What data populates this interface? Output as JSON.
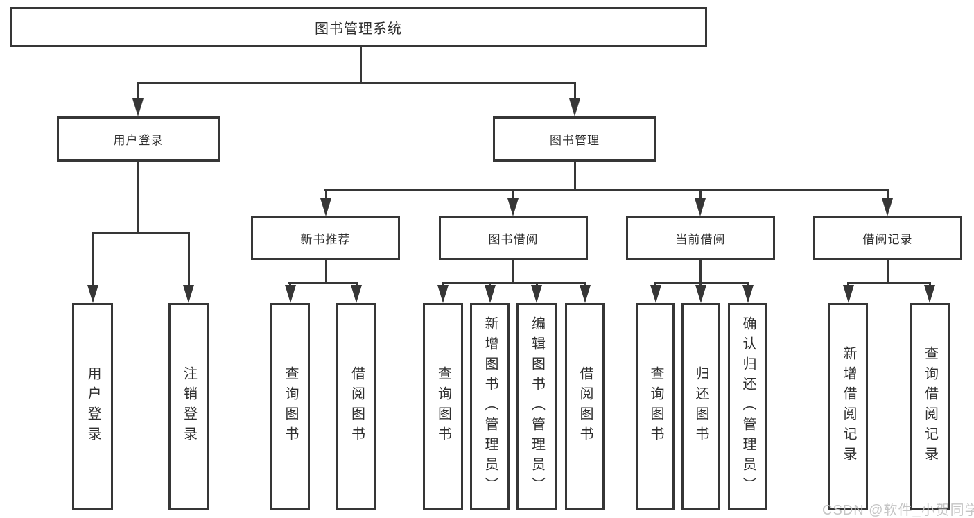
{
  "diagram": {
    "root": {
      "label": "图书管理系统"
    },
    "branches": [
      {
        "label": "用户登录",
        "children": [
          {
            "label": "用户登录"
          },
          {
            "label": "注销登录"
          }
        ]
      },
      {
        "label": "图书管理",
        "children": [
          {
            "label": "新书推荐",
            "children": [
              {
                "label": "查询图书"
              },
              {
                "label": "借阅图书"
              }
            ]
          },
          {
            "label": "图书借阅",
            "children": [
              {
                "label": "查询图书"
              },
              {
                "label": "新增图书（管理员）"
              },
              {
                "label": "编辑图书（管理员）"
              },
              {
                "label": "借阅图书"
              }
            ]
          },
          {
            "label": "当前借阅",
            "children": [
              {
                "label": "查询图书"
              },
              {
                "label": "归还图书"
              },
              {
                "label": "确认归还（管理员）"
              }
            ]
          },
          {
            "label": "借阅记录",
            "children": [
              {
                "label": "新增借阅记录"
              },
              {
                "label": "查询借阅记录"
              }
            ]
          }
        ]
      }
    ]
  },
  "watermark": {
    "text": "CSDN @软件_小贺同学"
  },
  "colors": {
    "line": "#363636",
    "text": "#2f2f2f",
    "watermark": "#c5c5c5",
    "background": "#ffffff"
  }
}
